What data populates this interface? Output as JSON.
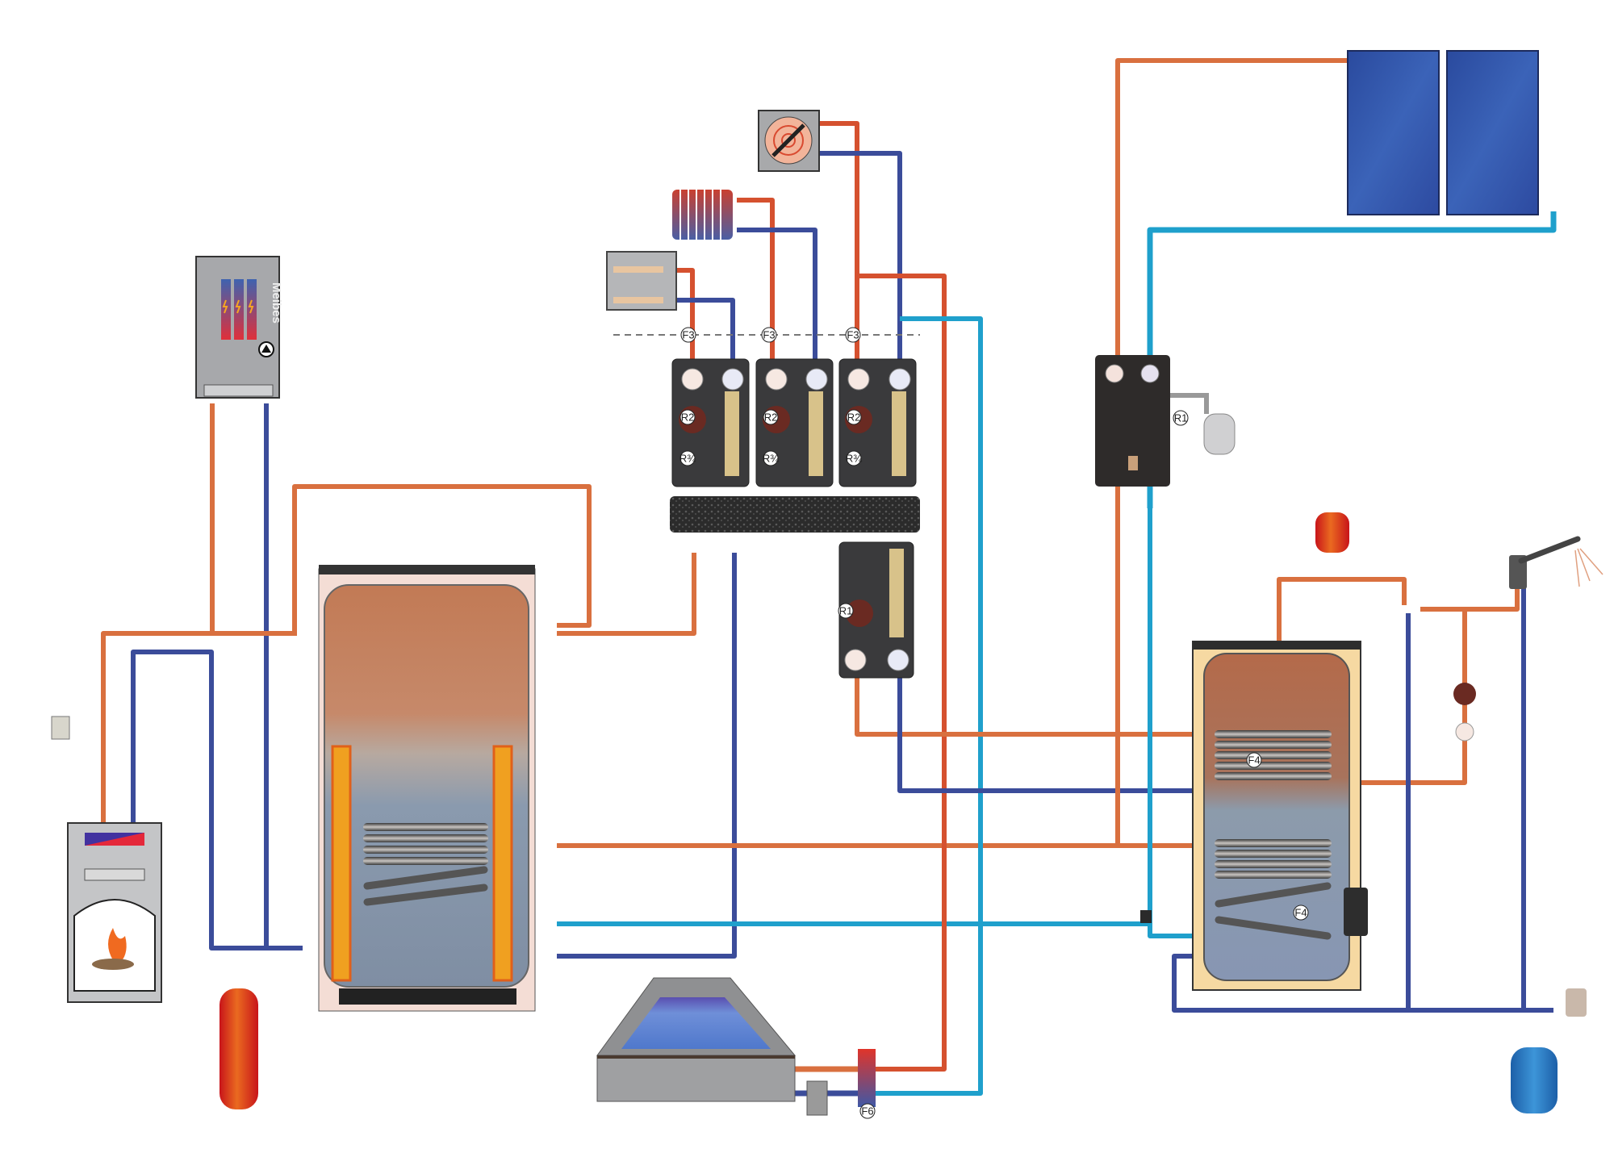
{
  "title": "Combined heating system schematic",
  "colors": {
    "hot_pipe": "#d5512f",
    "copper_pipe": "#d9703f",
    "cold_pipe": "#3b4c9a",
    "solar_return": "#1fa0cc",
    "tank_hot": "#c4805a",
    "tank_cold": "#8a9bb0",
    "expansion_red": "#e0261f",
    "expansion_blue": "#2a7ec8",
    "solar_panel": "#2d4fa8"
  },
  "components": {
    "electric_boiler": {
      "brand": "Meibes"
    },
    "wood_boiler": {
      "name": "Solid fuel boiler"
    },
    "buffer_tank": {
      "name": "Buffer tank"
    },
    "dhw_tank": {
      "name": "DHW tank",
      "coil_labels": [
        "F4",
        "F4"
      ]
    },
    "solar_collectors": {
      "count": 2
    },
    "solar_station": {
      "pump_label": "R1"
    },
    "pump_groups": [
      {
        "flow_label": "F3",
        "pump_label": "R2",
        "mixer_label": "R3/4"
      },
      {
        "flow_label": "F3",
        "pump_label": "R2",
        "mixer_label": "R3/4"
      },
      {
        "flow_label": "F3",
        "pump_label": "R2",
        "mixer_label": "R3/4"
      }
    ],
    "loading_group": {
      "pump_label": "R1"
    },
    "pool_heat_exchanger": {
      "label": "F6"
    },
    "consumers": [
      "Floor heating manifold",
      "Radiator",
      "Fan coil"
    ]
  },
  "labels": {
    "f3": "F3",
    "r2": "R2",
    "r34": "R¾",
    "r1": "R1",
    "f4": "F4",
    "f6": "F6"
  }
}
